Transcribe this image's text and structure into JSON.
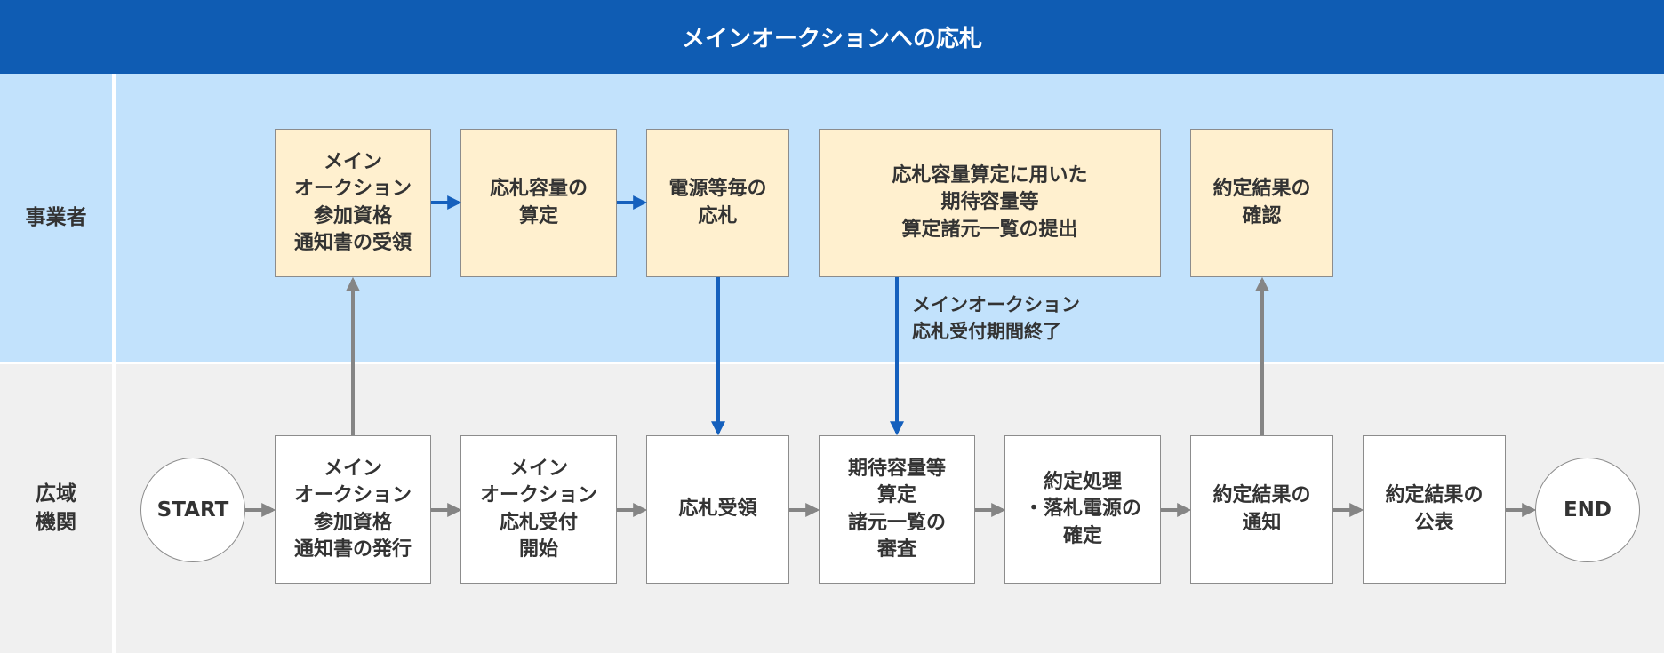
{
  "header": {
    "title": "メインオークションへの応札"
  },
  "lanes": {
    "operator": "事業者",
    "occto": "広域\n機関"
  },
  "operator_steps": {
    "receive_notice": "メイン\nオークション\n参加資格\n通知書の受領",
    "calc_capacity": "応札容量の\n算定",
    "bid_per_source": "電源等毎の\n応札",
    "submit_list": "応札容量算定に用いた\n期待容量等\n算定諸元一覧の提出",
    "confirm_result": "約定結果の\n確認"
  },
  "occto_steps": {
    "start": "START",
    "issue_notice": "メイン\nオークション\n参加資格\n通知書の発行",
    "open_bidding": "メイン\nオークション\n応札受付\n開始",
    "receive_bid": "応札受領",
    "review_list": "期待容量等\n算定\n諸元一覧の\n審査",
    "settle": "約定処理\n・落札電源の\n確定",
    "notify_result": "約定結果の\n通知",
    "publish_result": "約定結果の\n公表",
    "end": "END"
  },
  "annotations": {
    "bidding_closed": "メインオークション\n応札受付期間終了"
  },
  "colors": {
    "header": "#0f5cb3",
    "operator_lane": "#c2e2fc",
    "occto_lane": "#f0f0f0",
    "operator_box": "#fff0cf",
    "arrow_blue": "#1560bd",
    "arrow_gray": "#858585"
  }
}
